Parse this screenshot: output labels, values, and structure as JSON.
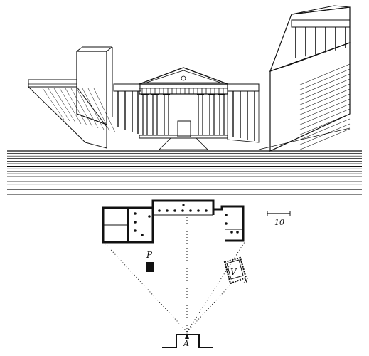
{
  "figure": {
    "labels": {
      "point_p": "P",
      "point_v": "V",
      "point_x": "X",
      "point_a": "A",
      "scale_value": "10"
    },
    "colors": {
      "ink": "#111111",
      "paper": "#ffffff"
    },
    "hatching": {
      "street_line_count": 18,
      "right_slope_line_count": 14,
      "left_slope_line_count": 10
    }
  }
}
